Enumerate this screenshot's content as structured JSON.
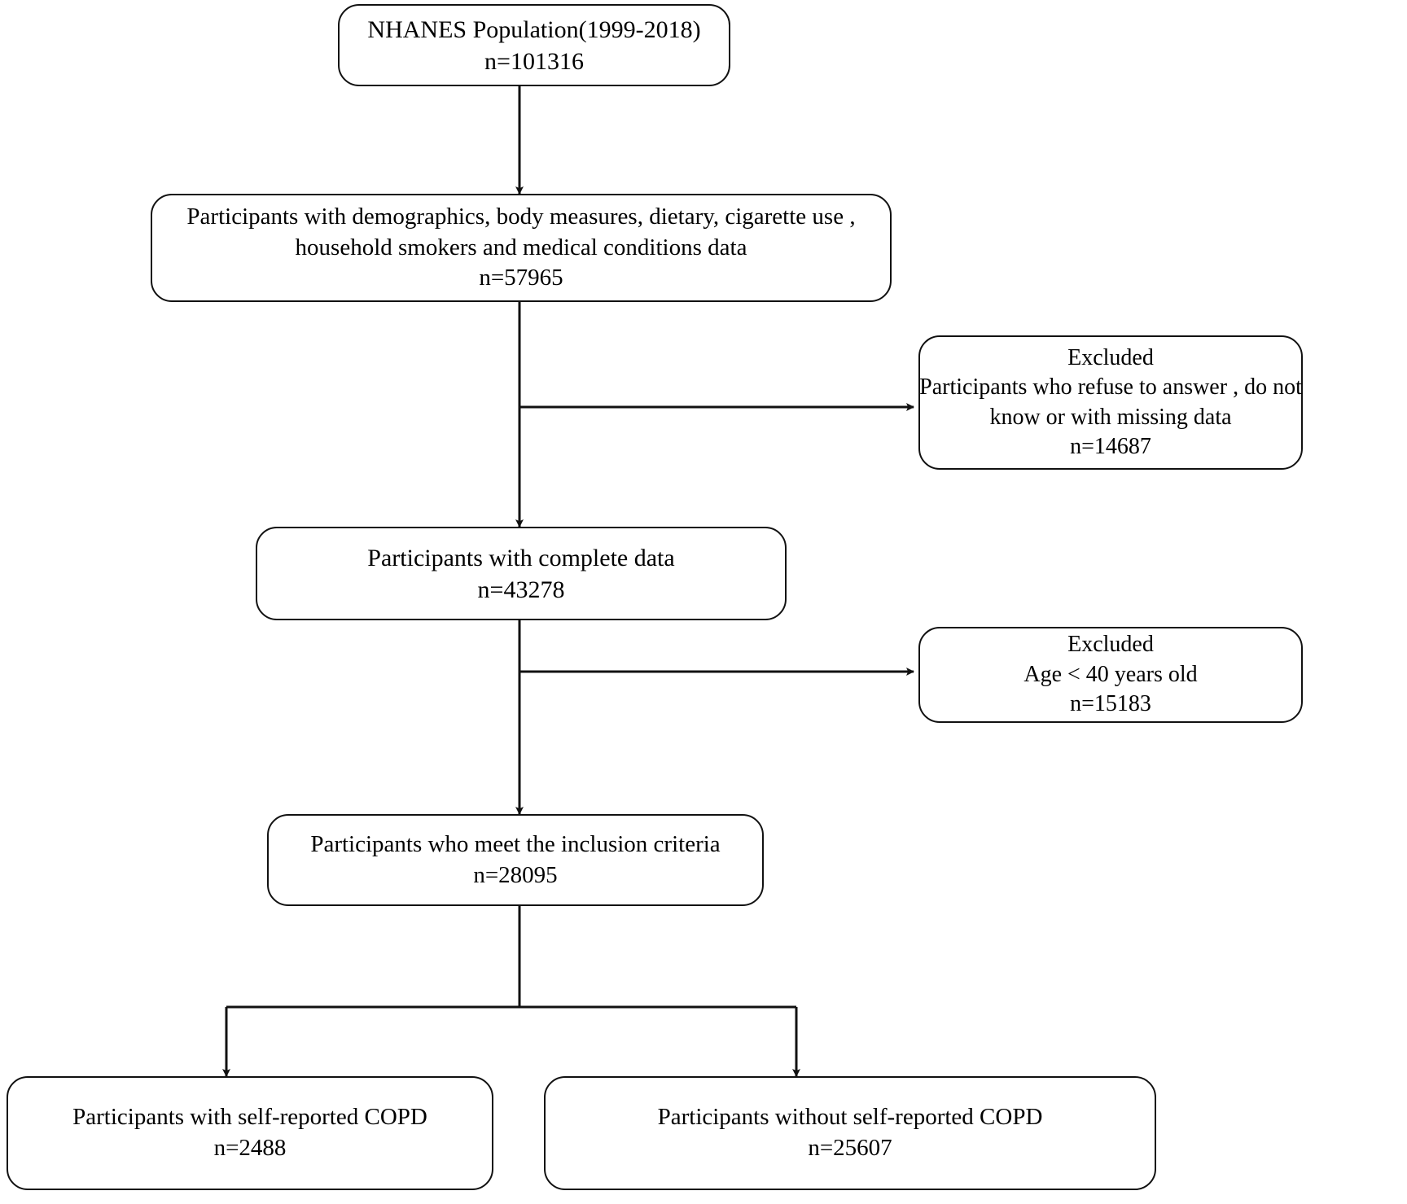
{
  "diagram": {
    "title": "NHANES study participant selection flowchart",
    "type": "flowchart",
    "line_color": "#111111",
    "box_fill": "#ffffff"
  },
  "nodes": {
    "population": {
      "name": "NHANES Population(1999-2018)",
      "line1": "NHANES Population(1999-2018)",
      "line2": "n=101316",
      "count": "101316"
    },
    "with_data": {
      "line1": "Participants with demographics, body measures, dietary,  cigarette use ,",
      "line2": "household smokers and medical conditions data",
      "line3": "n=57965",
      "count": "57965"
    },
    "excluded_missing": {
      "line1": "Excluded",
      "line2": "Participants who refuse to answer , do not",
      "line3": "know or with missing data",
      "line4": "n=14687",
      "count": "14687"
    },
    "complete_data": {
      "line1": "Participants with complete data",
      "line2": "n=43278",
      "count": "43278"
    },
    "excluded_age": {
      "line1": "Excluded",
      "line2": "Age < 40 years old",
      "line3": "n=15183",
      "count": "15183"
    },
    "inclusion": {
      "line1": "Participants who meet the inclusion criteria",
      "line2": "n=28095",
      "count": "28095"
    },
    "copd_yes": {
      "line1": "Participants with self-reported COPD",
      "line2": "n=2488",
      "count": "2488"
    },
    "copd_no": {
      "line1": "Participants without self-reported COPD",
      "line2": "n=25607",
      "count": "25607"
    }
  }
}
